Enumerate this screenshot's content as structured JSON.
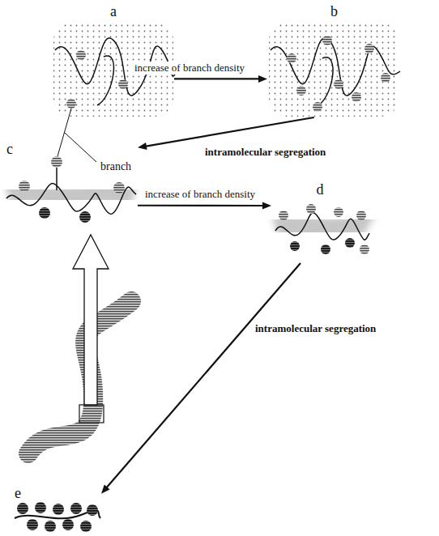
{
  "diagram": {
    "nodes": [
      {
        "text": [
          "a"
        ]
      },
      {
        "text": [
          "b"
        ]
      },
      {
        "text": [
          "c"
        ]
      },
      {
        "text": [
          "d"
        ]
      },
      {
        "text": [
          "e"
        ]
      }
    ],
    "edges": [
      {
        "from": 0,
        "to": 1,
        "arrow": "to",
        "label": "increase of branch density"
      },
      {
        "from": 1,
        "to": 2,
        "arrow": "to",
        "label": "intramolecular segregation"
      },
      {
        "from": 2,
        "to": 3,
        "arrow": "to",
        "label": "increase of branch density"
      },
      {
        "from": 3,
        "to": 4,
        "arrow": "to",
        "label": "intramolecular segregation"
      }
    ],
    "labels": [
      "branch"
    ]
  }
}
